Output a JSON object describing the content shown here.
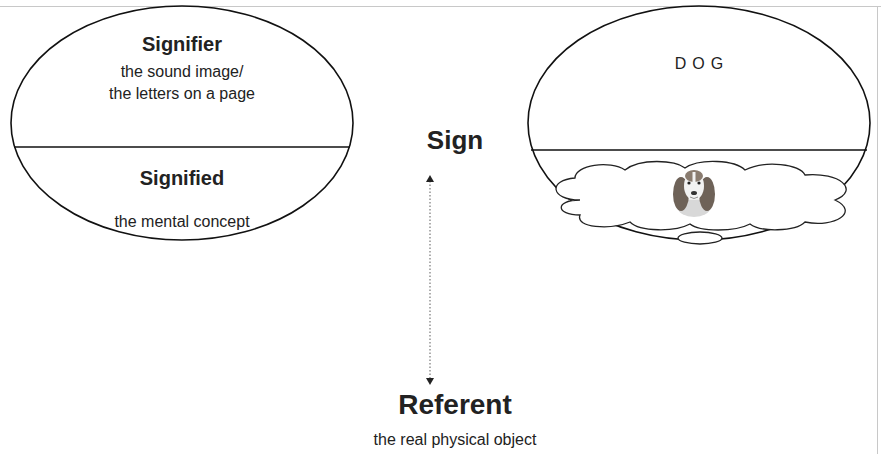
{
  "diagram": {
    "nodes": [
      {
        "text": [
          "Signifier",
          "the sound image/ the letters on a page"
        ]
      },
      {
        "text": [
          "Signified",
          "the mental concept"
        ]
      },
      {
        "text": [
          "DOG"
        ]
      },
      {
        "text": [
          "Sign"
        ]
      },
      {
        "text": [
          "Referent",
          "the real physical object"
        ]
      }
    ],
    "edges": [
      {
        "from": 3,
        "to": 4,
        "arrow": "both"
      }
    ]
  }
}
